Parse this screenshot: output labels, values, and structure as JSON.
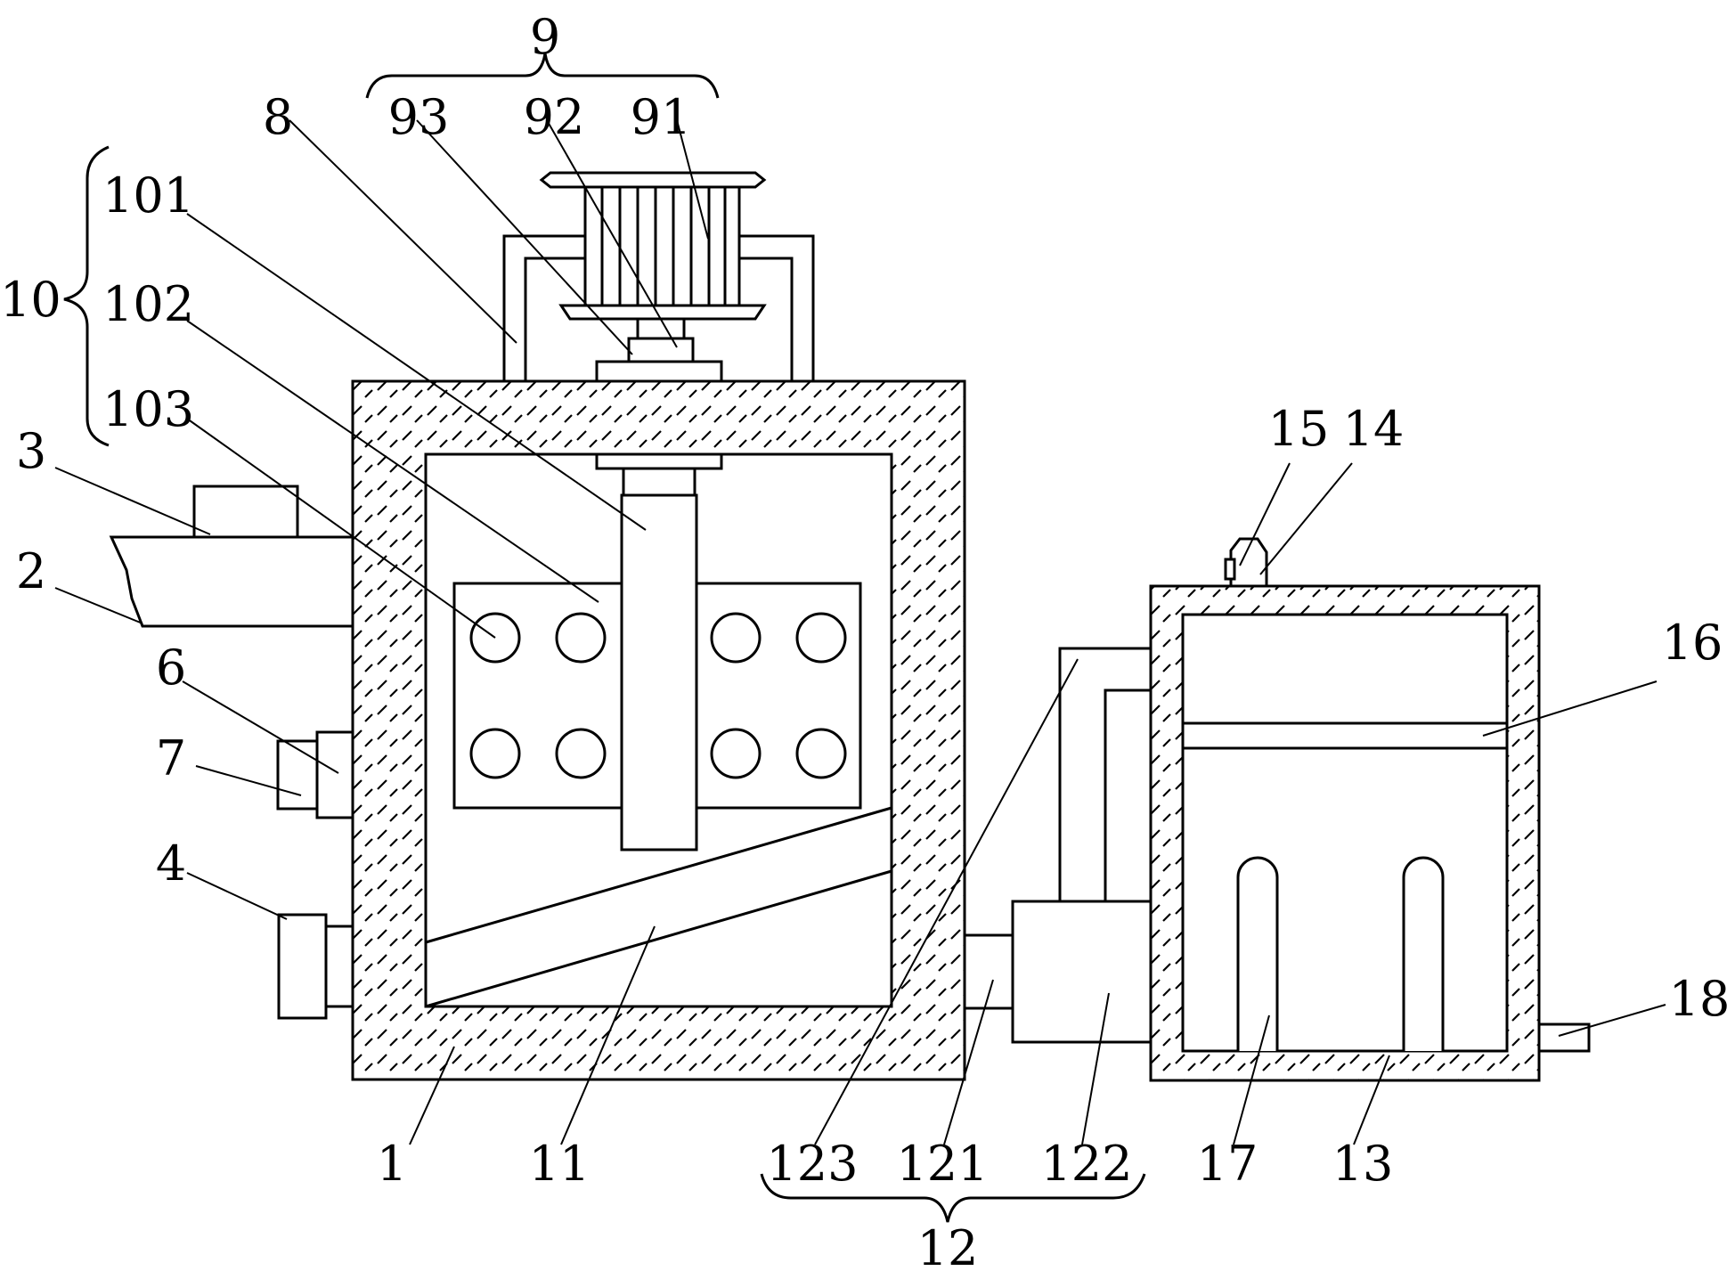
{
  "colors": {
    "stroke": "#000000",
    "background": "#ffffff"
  },
  "labels": {
    "l1": "1",
    "l2": "2",
    "l3": "3",
    "l4": "4",
    "l6": "6",
    "l7": "7",
    "l8": "8",
    "l9": "9",
    "l10": "10",
    "l11": "11",
    "l12": "12",
    "l13": "13",
    "l14": "14",
    "l15": "15",
    "l16": "16",
    "l17": "17",
    "l18": "18",
    "l91": "91",
    "l92": "92",
    "l93": "93",
    "l101": "101",
    "l102": "102",
    "l103": "103",
    "l121": "121",
    "l122": "122",
    "l123": "123"
  }
}
